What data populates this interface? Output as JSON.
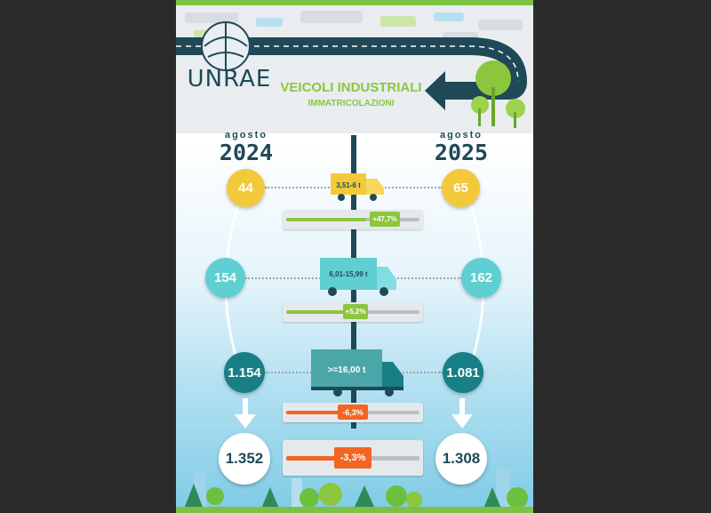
{
  "logo": {
    "text": "UNRAE"
  },
  "header": {
    "title": "VEICOLI INDUSTRIALI",
    "subtitle": "IMMATRICOLAZIONI"
  },
  "left_period": {
    "month": "agosto",
    "year": "2024"
  },
  "right_period": {
    "month": "agosto",
    "year": "2025"
  },
  "rows": [
    {
      "category": "3,51-6 t",
      "value_2024": "44",
      "value_2025": "65",
      "change": "+47,7%",
      "change_fraction": 0.6
    },
    {
      "category": "6,01-15,99 t",
      "value_2024": "154",
      "value_2025": "162",
      "change": "+5,2%",
      "change_fraction": 0.43
    },
    {
      "category": ">=16,00 t",
      "value_2024": "1.154",
      "value_2025": "1.081",
      "change": "-6,3%",
      "change_fraction": 0.43
    }
  ],
  "total": {
    "value_2024": "1.352",
    "value_2025": "1.308",
    "change": "-3,3%",
    "change_fraction": 0.46
  },
  "colors": {
    "yellow": "#f3c93c",
    "light_teal": "#5fcfd2",
    "dark_teal": "#187f86",
    "green": "#8cc63f",
    "orange": "#f26522",
    "navy": "#1f4957"
  }
}
